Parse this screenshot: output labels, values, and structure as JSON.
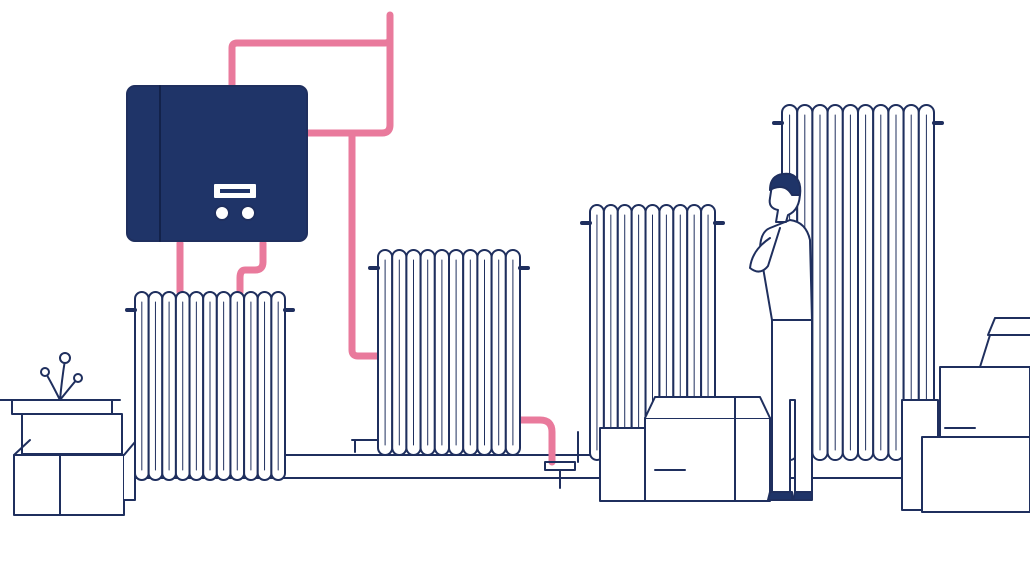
{
  "colors": {
    "background": "#ffffff",
    "outline": "#1f2f5e",
    "boiler_fill": "#1f3468",
    "pipe": "#e97a9c",
    "fin_fill": "#ffffff"
  },
  "radiators": [
    {
      "name": "radiator-under-boiler",
      "fins": 11
    },
    {
      "name": "radiator-middle",
      "fins": 10
    },
    {
      "name": "radiator-center",
      "fins": 9
    },
    {
      "name": "radiator-tall",
      "fins": 10
    }
  ]
}
